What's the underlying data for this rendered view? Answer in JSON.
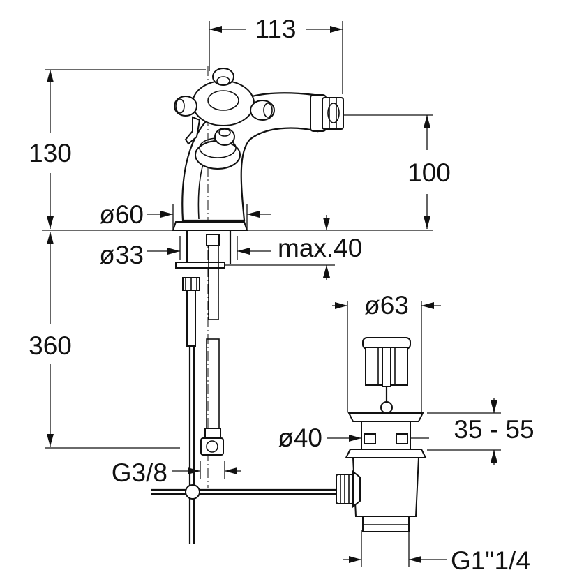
{
  "dimensions": {
    "width_top": "113",
    "height_body": "130",
    "height_spout": "100",
    "diameter_base": "ø60",
    "diameter_shank": "ø33",
    "max_thickness": "max.40",
    "height_below": "360",
    "diameter_popup": "ø63",
    "diameter_waste": "ø40",
    "range_popup": "35 - 55",
    "thread_inlet": "G3/8",
    "thread_waste": "G1\"1/4"
  },
  "colors": {
    "ink": "#111111",
    "paper": "#ffffff"
  }
}
